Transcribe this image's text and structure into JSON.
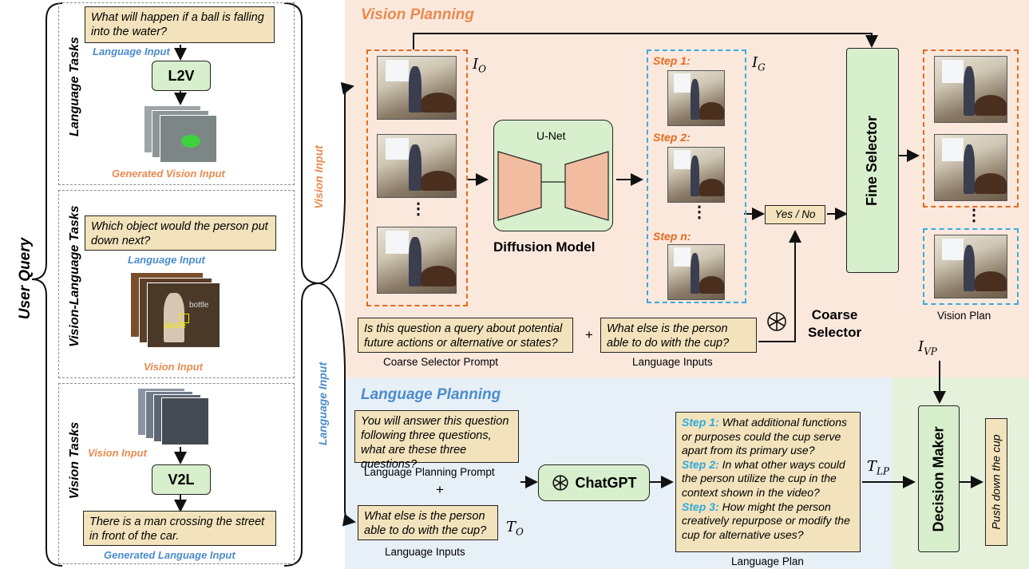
{
  "user_query": "User Query",
  "language_tasks": {
    "title": "Language Tasks",
    "question": "What will happen if a ball is falling into the water?",
    "input_label": "Language Input",
    "model": "L2V",
    "output_label": "Generated Vision Input"
  },
  "vl_tasks": {
    "title": "Vision-Language Tasks",
    "question": "Which object would the person put down next?",
    "input_label": "Language Input",
    "vision_label": "Vision Input",
    "img_tags": [
      "bottle",
      "phone"
    ]
  },
  "vision_tasks": {
    "title": "Vision Tasks",
    "input_label": "Vision Input",
    "model": "V2L",
    "output": "There is a man crossing the street in front of the car.",
    "output_label": "Generated Language Input"
  },
  "branches": {
    "vision_input": "Vision Input",
    "language_input": "Language Input"
  },
  "vision_planning": {
    "title": "Vision Planning",
    "io_label": "I",
    "io_sub": "O",
    "ig_label": "I",
    "ig_sub": "G",
    "unet": "U-Net",
    "diffusion": "Diffusion Model",
    "steps": [
      "Step 1:",
      "Step 2:",
      "Step n:"
    ],
    "yes_no": "Yes / No",
    "fine_selector": "Fine Selector",
    "vision_plan": "Vision Plan",
    "coarse_selector_1": "Coarse",
    "coarse_selector_2": "Selector",
    "prompt": "Is this question a query about potential future actions or alternative or states?",
    "prompt_caption": "Coarse Selector Prompt",
    "plus": "+",
    "lang_input": "What else is the person able to do with the cup?",
    "lang_caption": "Language Inputs",
    "ivp_label": "I",
    "ivp_sub": "VP"
  },
  "language_planning": {
    "title": "Language Planning",
    "prompt": "You will answer this question following three questions, what are these three questions?",
    "prompt_caption": "Language Planning Prompt",
    "plus": "+",
    "lang_input": "What else is the person able to do with the cup?",
    "lang_caption": "Language Inputs",
    "to_label": "T",
    "to_sub": "O",
    "chatgpt": "ChatGPT",
    "step1_label": "Step 1:",
    "step1_text": " What additional functions or purposes could the cup serve apart from its primary use?",
    "step2_label": "Step 2:",
    "step2_text": " In what other ways could the person utilize the cup in the context shown in the video?",
    "step3_label": "Step 3:",
    "step3_text": " How might the person creatively repurpose or modify the cup for alternative uses?",
    "plan_caption": "Language Plan",
    "tlp_label": "T",
    "tlp_sub": "LP"
  },
  "decision": {
    "maker": "Decision Maker",
    "output": "Push down the cup"
  },
  "colors": {
    "vision_bg": "#fbe8dd",
    "language_bg": "#e7eff7",
    "decision_bg": "#e6f1dc",
    "orange": "#e46a1e",
    "blue": "#4a8ccc"
  }
}
